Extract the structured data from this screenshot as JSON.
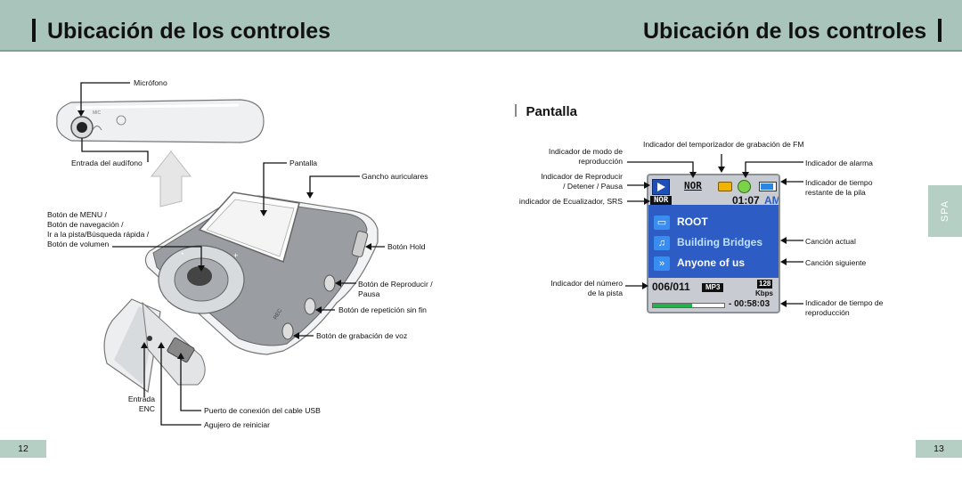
{
  "left_title": "Ubicación de los controles",
  "right_title": "Ubicación de los controles",
  "page_left": "12",
  "page_right": "13",
  "side_tab": "SPA",
  "section_title": "Pantalla",
  "left_labels": {
    "microfono": "Micrófono",
    "entrada_audifono": "Entrada del audífono",
    "pantalla": "Pantalla",
    "gancho": "Gancho auriculares",
    "menu_1": "Botón de MENU /",
    "menu_2": "Botón de navegación /",
    "menu_3": "Ir a la pista/Búsqueda rápida /",
    "menu_4": "Botón de volumen",
    "hold": "Botón Hold",
    "play_1": "Botón de Reproducir /",
    "play_2": "Pausa",
    "repeat": "Botón de repetición sin fin",
    "rec": "Botón de grabación de voz",
    "enc_1": "Entrada",
    "enc_2": "ENC",
    "usb": "Puerto de conexión del cable USB",
    "reset": "Agujero de reiniciar",
    "device_rec": "REC",
    "device_plus": "+",
    "device_minus": "−"
  },
  "right_labels": {
    "fm_timer": "Indicador del temporizador de grabación de FM",
    "modo_1": "Indicador de modo de",
    "modo_2": "reproducción",
    "repro_1": "Indicador de Reproducir",
    "repro_2": "/ Detener / Pausa",
    "eq": "indicador de Ecualizador, SRS",
    "alarma": "Indicador de alarma",
    "tiempo_1": "Indicador de tiempo",
    "tiempo_2": "restante de la pila",
    "actual": "Canción actual",
    "siguiente": "Canción siguiente",
    "numero_1": "Indicador del número",
    "numero_2": "de la pista",
    "trep_1": "Indicador de tiempo de",
    "trep_2": "reproducción"
  },
  "lcd": {
    "mode": "NOR",
    "eq": "NOR",
    "clock": "01:07",
    "ampm": "AM",
    "folder": "ROOT",
    "current_song": "Building Bridges",
    "next_song": "Anyone of us",
    "track": "006/011",
    "format": "MP3",
    "bitrate": "128",
    "bitrate_unit": "Kbps",
    "elapsed": "- 00:58:03"
  },
  "colors": {
    "header_band": "#a9c4ba",
    "lcd_blue": "#2c5cc4",
    "progress": "#22b14c"
  },
  "icons": [
    "play-icon",
    "cassette-alarm-icon",
    "clock-icon",
    "battery-icon",
    "folder-icon",
    "music-note-icon",
    "next-track-icon",
    "microphone-icon",
    "headphone-jack-icon",
    "up-arrow-icon"
  ]
}
